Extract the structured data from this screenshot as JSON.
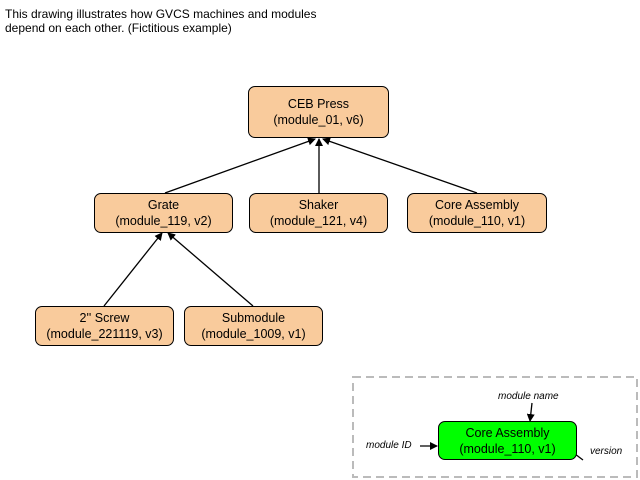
{
  "description_lines": [
    "This drawing illustrates how GVCS machines and modules",
    "depend on each other. (Fictitious example)"
  ],
  "colors": {
    "module_fill": "#f9cb9c",
    "legend_fill": "#00ff00",
    "stroke": "#000000",
    "legend_border": "#bbbbbb"
  },
  "nodes": {
    "ceb_press": {
      "name": "CEB Press",
      "id_version": "(module_01, v6)"
    },
    "grate": {
      "name": "Grate",
      "id_version": "(module_119, v2)"
    },
    "shaker": {
      "name": "Shaker",
      "id_version": "(module_121, v4)"
    },
    "core_assembly": {
      "name": "Core Assembly",
      "id_version": "(module_110, v1)"
    },
    "screw": {
      "name": "2'' Screw",
      "id_version": "(module_221119, v3)"
    },
    "submodule": {
      "name": "Submodule",
      "id_version": "(module_1009, v1)"
    }
  },
  "legend": {
    "node": {
      "name": "Core Assembly",
      "id_version": "(module_110, v1)"
    },
    "module_name_label": "module name",
    "module_id_label": "module ID",
    "version_label": "version"
  }
}
